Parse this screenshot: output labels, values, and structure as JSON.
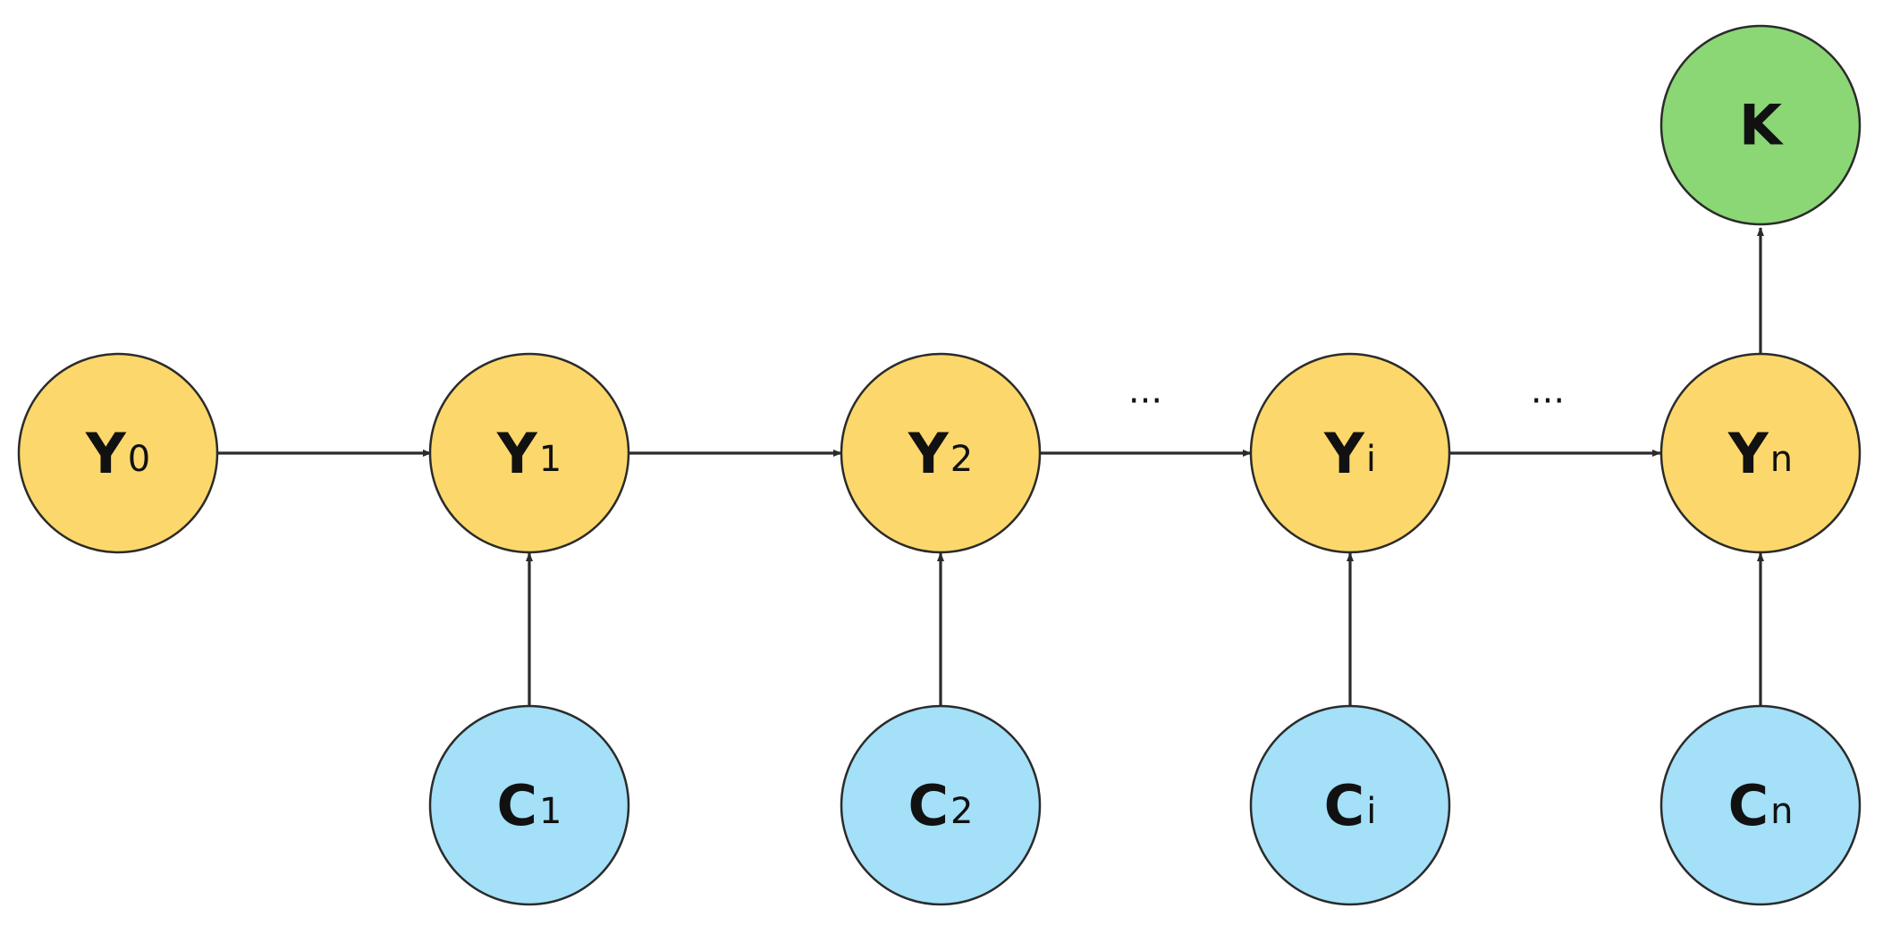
{
  "colors": {
    "y_node": "#FCD86C",
    "c_node": "#A4E0F8",
    "k_node": "#8BD775",
    "stroke": "#2b2b2b"
  },
  "nodes": {
    "y0": {
      "main": "Y",
      "sub": "0"
    },
    "y1": {
      "main": "Y",
      "sub": "1"
    },
    "y2": {
      "main": "Y",
      "sub": "2"
    },
    "yi": {
      "main": "Y",
      "sub": "i"
    },
    "yn": {
      "main": "Y",
      "sub": "n"
    },
    "c1": {
      "main": "C",
      "sub": "1"
    },
    "c2": {
      "main": "C",
      "sub": "2"
    },
    "ci": {
      "main": "C",
      "sub": "i"
    },
    "cn": {
      "main": "C",
      "sub": "n"
    },
    "k": {
      "main": "K",
      "sub": ""
    }
  },
  "ellipses": {
    "left": "···",
    "right": "···"
  }
}
